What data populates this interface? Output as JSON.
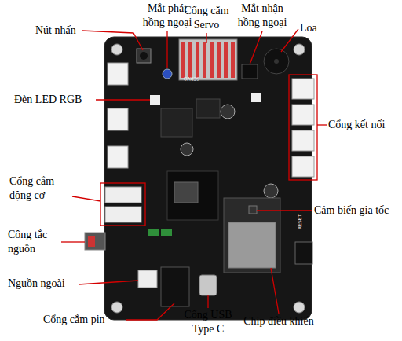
{
  "diagram": {
    "labels": [
      "Nút nhấn",
      "Mắt phát hồng ngoại",
      "Cổng cắm Servo",
      "Mắt nhận hồng ngoại",
      "Loa",
      "Đèn LED RGB",
      "Cổng kết nối",
      "Cổng cắm động cơ",
      "Cảm biến gia tốc",
      "Công tắc nguồn",
      "Nguồn ngoài",
      "Cổng cắm pin",
      "Cổng USB Type C",
      "Chip điều khiển",
      "SERVO",
      "RESET"
    ]
  }
}
